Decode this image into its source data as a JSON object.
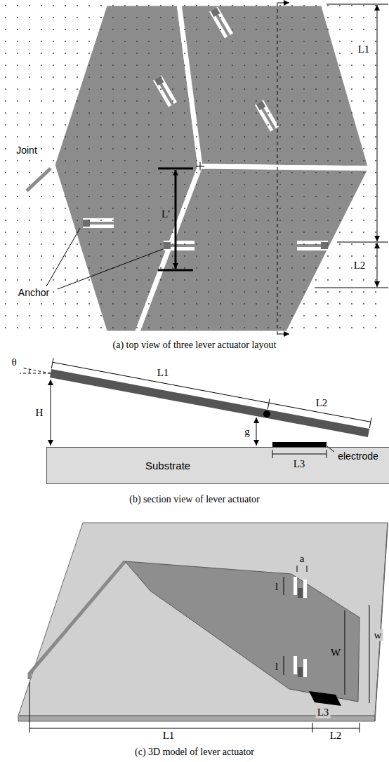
{
  "diagram": {
    "nodes": [
      {
        "text": [
          "Substrate"
        ]
      }
    ],
    "labels": [
      "Joint",
      "Anchor",
      "L1",
      "L'",
      "L2",
      "(a) top view of three lever actuator layout",
      "θ",
      "L1",
      "L2",
      "H",
      "g",
      "L3",
      "electrode",
      "(b) section view of lever actuator",
      "a",
      "l",
      "l",
      "W",
      "w",
      "L3",
      "L1",
      "L2",
      "(c) 3D model of lever actuator"
    ]
  }
}
